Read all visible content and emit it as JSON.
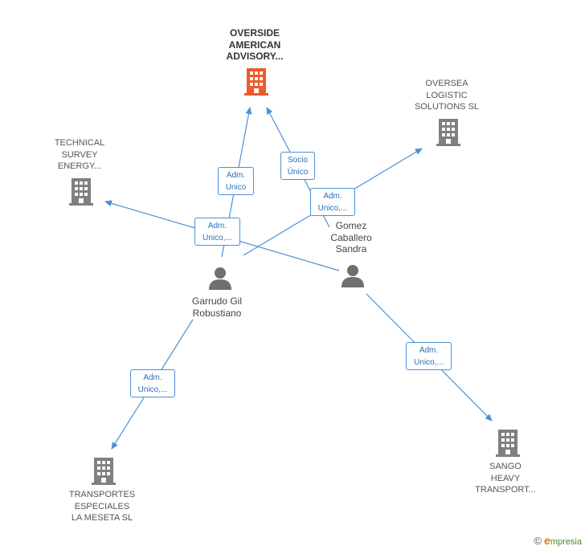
{
  "colors": {
    "edge": "#4a90d9",
    "company": "#808080",
    "company_highlight": "#f05a28",
    "person": "#6f6f6f"
  },
  "nodes": {
    "overside": {
      "label": "OVERSIDE\nAMERICAN\nADVISORY...",
      "icon": "building-icon",
      "highlight": true
    },
    "oversea": {
      "label": "OVERSEA\nLOGISTIC\nSOLUTIONS  SL",
      "icon": "building-icon"
    },
    "technical": {
      "label": "TECHNICAL\nSURVEY\nENERGY...",
      "icon": "building-icon"
    },
    "transportes": {
      "label": "TRANSPORTES\nESPECIALES\nLA MESETA  SL",
      "icon": "building-icon"
    },
    "sango": {
      "label": "SANGO\nHEAVY\nTRANSPORT...",
      "icon": "building-icon"
    },
    "garrudo": {
      "label": "Garrudo Gil\nRobustiano",
      "icon": "person-icon"
    },
    "gomez": {
      "label": "Gomez\nCaballero\nSandra",
      "icon": "person-icon"
    }
  },
  "edges": [
    {
      "id": "garrudo-overside",
      "label": "Adm.\nUnico"
    },
    {
      "id": "gomez-overside",
      "label": "Socio\nÚnico"
    },
    {
      "id": "garrudo-oversea",
      "label": "Adm.\nUnico,..."
    },
    {
      "id": "gomez-technical",
      "label": "Adm.\nUnico,..."
    },
    {
      "id": "garrudo-transportes",
      "label": "Adm.\nUnico,..."
    },
    {
      "id": "gomez-sango",
      "label": "Adm.\nUnico,..."
    }
  ],
  "footer": {
    "copyright": "©",
    "brand_initial": "e",
    "brand_rest": "mpresia"
  }
}
